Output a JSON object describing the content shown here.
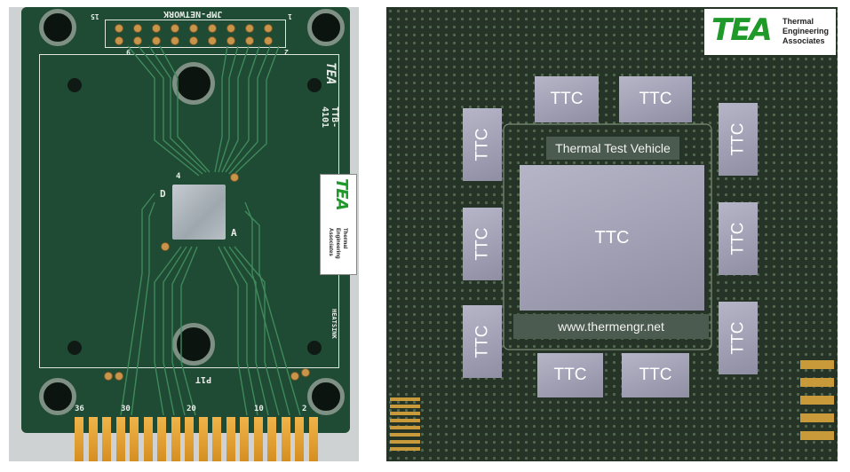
{
  "left_photo": {
    "header_label": "JMP-NETWORK",
    "header_pin_start": "15",
    "header_pin_end": "1",
    "header_pin_sub_left": "9",
    "header_pin_sub_right": "2",
    "board_id": "TTB-4101",
    "corner_logo": "TEA",
    "die_mark_left": "D",
    "die_mark_right": "A",
    "die_mark_top": "4",
    "connector_label": "P1T",
    "edge_numbers": [
      "36",
      "30",
      "20",
      "10",
      "2"
    ],
    "heatsink_label": "HEATSINK",
    "logo": {
      "mark": "TEA",
      "line1": "Thermal",
      "line2": "Engineering",
      "line3": "Associates"
    }
  },
  "right_photo": {
    "logo": {
      "mark": "TEA",
      "line1": "Thermal",
      "line2": "Engineering",
      "line3": "Associates"
    },
    "center_chip_label": "TTC",
    "title_band": "Thermal Test Vehicle",
    "url_band": "www.thermengr.net",
    "top_chips": [
      "TTC",
      "TTC"
    ],
    "bottom_chips": [
      "TTC",
      "TTC"
    ],
    "left_chips": [
      "TTC",
      "TTC",
      "TTC"
    ],
    "right_chips": [
      "TTC",
      "TTC",
      "TTC"
    ]
  }
}
